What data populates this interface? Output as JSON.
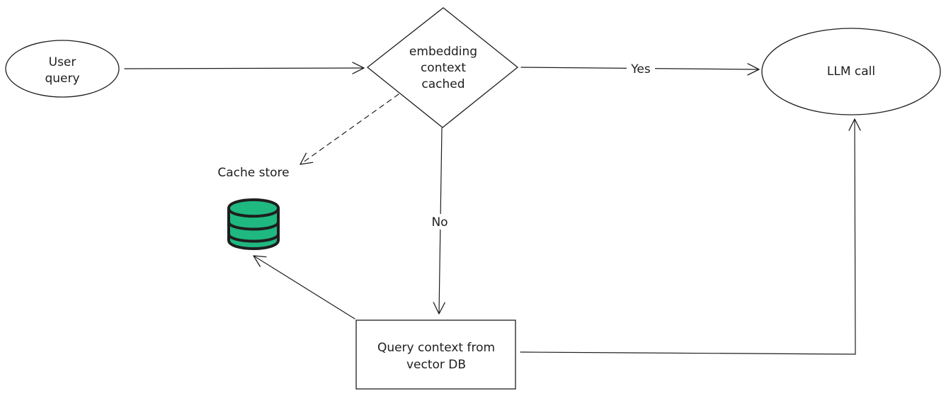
{
  "nodes": {
    "user_query": {
      "lines": [
        "User",
        "query"
      ]
    },
    "decision": {
      "lines": [
        "embedding",
        "context",
        "cached"
      ]
    },
    "llm_call": {
      "lines": [
        "LLM call"
      ]
    },
    "query_context": {
      "lines": [
        "Query context from",
        "vector DB"
      ]
    },
    "cache_store": {
      "label": "Cache store"
    }
  },
  "edges": {
    "yes": {
      "label": "Yes"
    },
    "no": {
      "label": "No"
    }
  },
  "colors": {
    "stroke": "#1e1e1e",
    "database_fill": "#1fb881",
    "background": "#ffffff"
  },
  "icons": {
    "database": "database-icon"
  }
}
